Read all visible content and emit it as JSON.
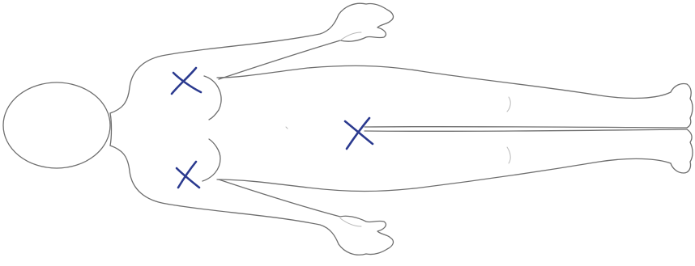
{
  "colors": {
    "outline": "#6e6e6e",
    "detail": "#b8b8b8",
    "marker": "#2b3a8f",
    "background": "#ffffff"
  },
  "marks": [
    {
      "id": "upper-left-chest",
      "symbol": "X"
    },
    {
      "id": "lower-left-chest",
      "symbol": "X"
    },
    {
      "id": "groin",
      "symbol": "X"
    }
  ]
}
